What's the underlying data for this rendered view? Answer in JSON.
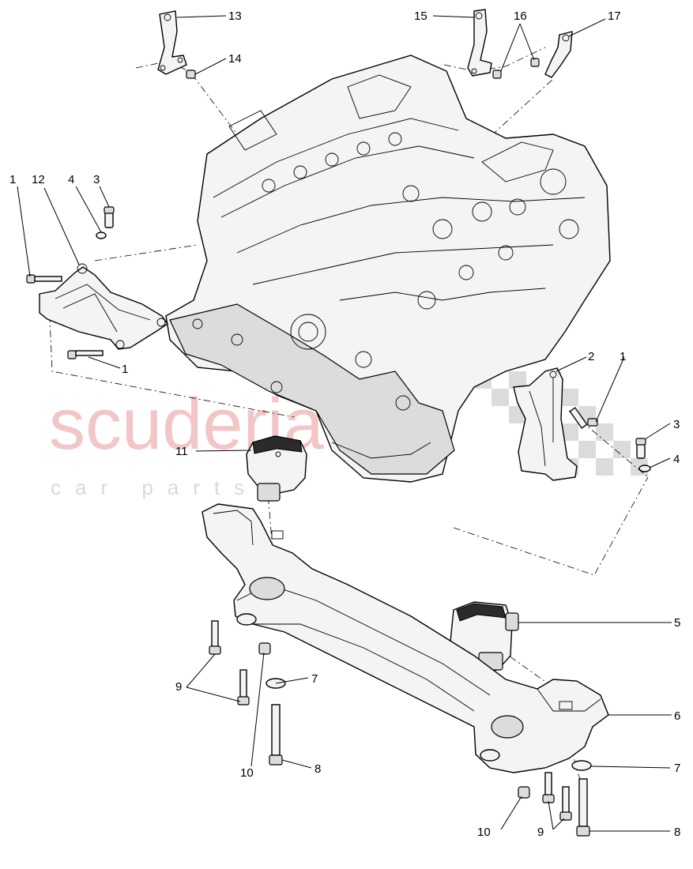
{
  "watermark": {
    "main": "scuderia",
    "sub": "car parts"
  },
  "callouts": [
    {
      "id": "c13",
      "label": "13"
    },
    {
      "id": "c14",
      "label": "14"
    },
    {
      "id": "c15",
      "label": "15"
    },
    {
      "id": "c16",
      "label": "16"
    },
    {
      "id": "c17",
      "label": "17"
    },
    {
      "id": "c1a",
      "label": "1"
    },
    {
      "id": "c12",
      "label": "12"
    },
    {
      "id": "c4a",
      "label": "4"
    },
    {
      "id": "c3a",
      "label": "3"
    },
    {
      "id": "c1b",
      "label": "1"
    },
    {
      "id": "c2",
      "label": "2"
    },
    {
      "id": "c1c",
      "label": "1"
    },
    {
      "id": "c3b",
      "label": "3"
    },
    {
      "id": "c4b",
      "label": "4"
    },
    {
      "id": "c11",
      "label": "11"
    },
    {
      "id": "c5",
      "label": "5"
    },
    {
      "id": "c9a",
      "label": "9"
    },
    {
      "id": "c7a",
      "label": "7"
    },
    {
      "id": "c6",
      "label": "6"
    },
    {
      "id": "c10a",
      "label": "10"
    },
    {
      "id": "c8a",
      "label": "8"
    },
    {
      "id": "c7b",
      "label": "7"
    },
    {
      "id": "c10b",
      "label": "10"
    },
    {
      "id": "c9b",
      "label": "9"
    },
    {
      "id": "c8b",
      "label": "8"
    }
  ],
  "colors": {
    "watermark_red": "#f2c6c6",
    "watermark_gray": "#d9d9d9",
    "line": "#000000"
  }
}
